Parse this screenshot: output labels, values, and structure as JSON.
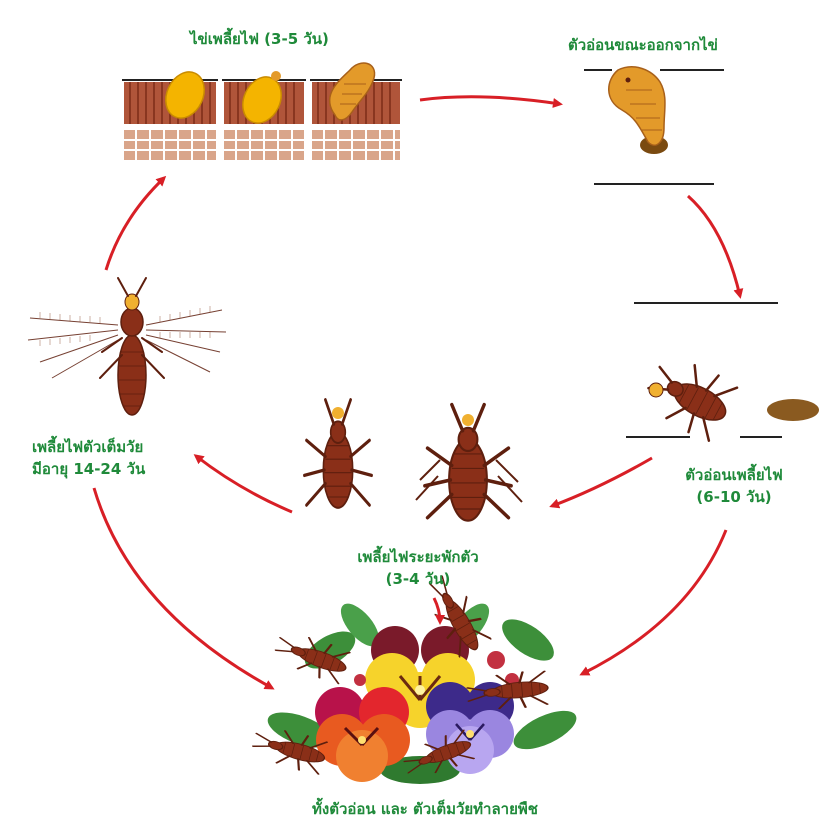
{
  "stages": {
    "eggs": {
      "title": "ไข่เพลี้ยไฟ (3-5 วัน)"
    },
    "hatching": {
      "title": "ตัวอ่อนขณะออกจากไข่"
    },
    "nymph": {
      "title_line1": "ตัวอ่อนเพลี้ยไฟ",
      "title_line2": "(6-10 วัน)"
    },
    "pupa": {
      "title_line1": "เพลี้ยไฟระยะพักตัว",
      "title_line2": "(3-4 วัน)"
    },
    "adult": {
      "title_line1": "เพลี้ยไฟตัวเต็มวัย",
      "title_line2": "มีอายุ 14-24 วัน"
    },
    "damage": {
      "title": "ทั้งตัวอ่อน และ ตัวเต็มวัยทำลายพืช"
    }
  },
  "colors": {
    "label": "#1f8a3a",
    "arrow": "#d81f26",
    "insect_body": "#8a2f18",
    "insect_dark": "#5e1f0e",
    "egg_yellow": "#f4b400",
    "larva_orange": "#e39a2a",
    "leaf_tissue": "#b0553a",
    "leaf_cells": "#d9a58a",
    "flower_yellow": "#f6d32b",
    "flower_red": "#e3262d",
    "flower_purple": "#7a5bc8",
    "leaf_green": "#3d8f3a"
  }
}
